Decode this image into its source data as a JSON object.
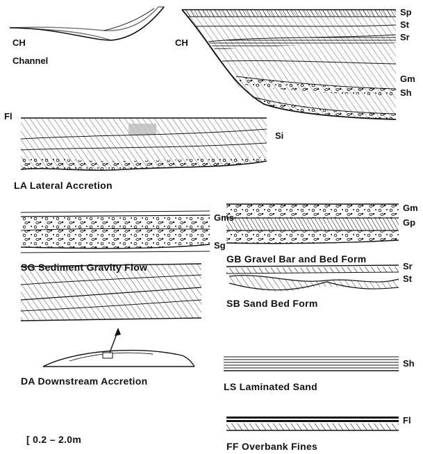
{
  "ch_channel": {
    "code": "CH",
    "label": "Channel"
  },
  "ch_main": {
    "code": "CH",
    "legend": [
      "Sp",
      "St",
      "Sr",
      "Gm",
      "Sh"
    ]
  },
  "la": {
    "top_label": "Fl",
    "side_label": "Si",
    "caption": "LA Lateral Accretion"
  },
  "sg": {
    "labels": [
      "Gms",
      "Sg"
    ],
    "caption": "SG Sediment Gravity Flow"
  },
  "gb": {
    "labels": [
      "Gm",
      "Gp"
    ],
    "caption": "GB Gravel Bar and Bed Form"
  },
  "da": {
    "caption": "DA Downstream Accretion"
  },
  "sb": {
    "labels": [
      "Sr",
      "St"
    ],
    "caption": "SB Sand Bed Form"
  },
  "ls": {
    "label": "Sh",
    "caption": "LS Laminated Sand"
  },
  "ff": {
    "label": "Fl",
    "caption": "FF Overbank Fines"
  },
  "scale": {
    "text": "[ 0.2  –  2.0m"
  }
}
